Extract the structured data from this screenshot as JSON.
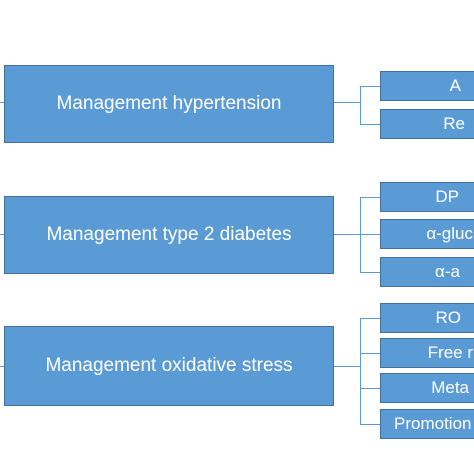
{
  "groups": [
    {
      "label": "Management hypertension",
      "items": [
        "A",
        "Re"
      ]
    },
    {
      "label": "Management type 2 diabetes",
      "items": [
        "DP",
        "α-gluc",
        "α-a"
      ]
    },
    {
      "label": "Management oxidative stress",
      "items": [
        "RO",
        "Free r",
        "Meta",
        "Promotion"
      ]
    }
  ]
}
